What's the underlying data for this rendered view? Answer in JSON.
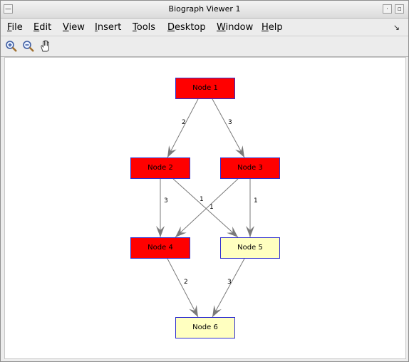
{
  "window": {
    "title": "Biograph Viewer 1"
  },
  "menu": [
    "File",
    "Edit",
    "View",
    "Insert",
    "Tools",
    "Desktop",
    "Window",
    "Help"
  ],
  "toolbar": [
    "zoom-in-icon",
    "zoom-out-icon",
    "pan-hand-icon"
  ],
  "nodes": [
    {
      "id": "n1",
      "label": "Node 1",
      "color": "#ff0000"
    },
    {
      "id": "n2",
      "label": "Node 2",
      "color": "#ff0000"
    },
    {
      "id": "n3",
      "label": "Node 3",
      "color": "#ff0000"
    },
    {
      "id": "n4",
      "label": "Node 4",
      "color": "#ff0000"
    },
    {
      "id": "n5",
      "label": "Node 5",
      "color": "#ffffc0"
    },
    {
      "id": "n6",
      "label": "Node 6",
      "color": "#ffffc0"
    }
  ],
  "edges": [
    {
      "from": "Node 1",
      "to": "Node 2",
      "weight": "2"
    },
    {
      "from": "Node 1",
      "to": "Node 3",
      "weight": "3"
    },
    {
      "from": "Node 2",
      "to": "Node 4",
      "weight": "3"
    },
    {
      "from": "Node 2",
      "to": "Node 5",
      "weight": "1"
    },
    {
      "from": "Node 3",
      "to": "Node 4",
      "weight": "1"
    },
    {
      "from": "Node 3",
      "to": "Node 5",
      "weight": "1"
    },
    {
      "from": "Node 4",
      "to": "Node 6",
      "weight": "2"
    },
    {
      "from": "Node 5",
      "to": "Node 6",
      "weight": "3"
    }
  ]
}
